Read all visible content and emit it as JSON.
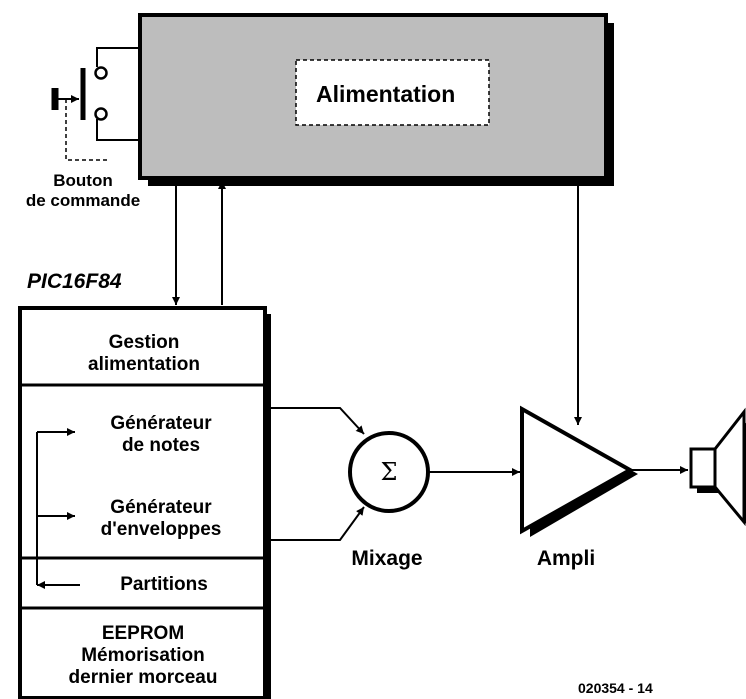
{
  "power_block": {
    "label": "Alimentation"
  },
  "button": {
    "label_line1": "Bouton",
    "label_line2": "de commande"
  },
  "mcu": {
    "name": "PIC16F84",
    "sections": [
      {
        "line1": "Gestion",
        "line2": "alimentation"
      },
      {
        "line1": "Générateur",
        "line2": "de notes"
      },
      {
        "line1": "Générateur",
        "line2": "d'enveloppes"
      },
      {
        "line1": "Partitions"
      },
      {
        "line1": "EEPROM",
        "line2": "Mémorisation",
        "line3": "dernier morceau"
      }
    ]
  },
  "mixer": {
    "symbol": "Σ",
    "label": "Mixage"
  },
  "amplifier": {
    "label": "Ampli"
  },
  "figure_code": "020354 - 14"
}
